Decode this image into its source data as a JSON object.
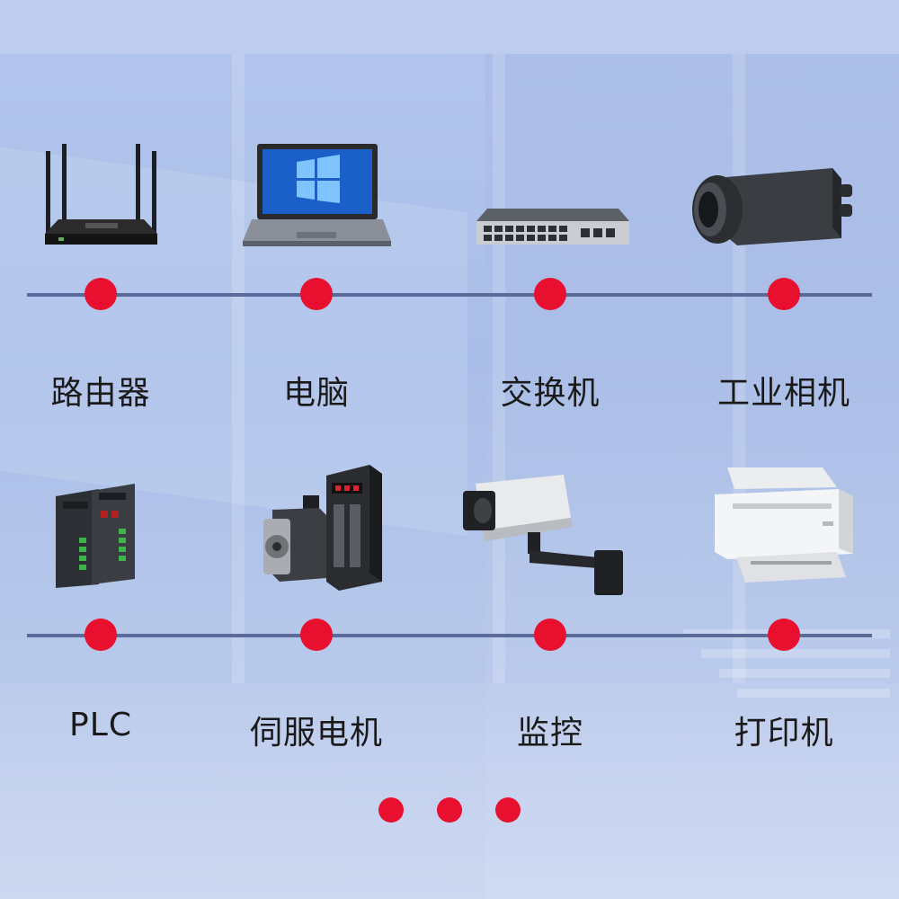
{
  "devices_row1": [
    {
      "label": "路由器",
      "icon": "router-icon"
    },
    {
      "label": "电脑",
      "icon": "laptop-icon"
    },
    {
      "label": "交换机",
      "icon": "network-switch-icon"
    },
    {
      "label": "工业相机",
      "icon": "industrial-camera-icon"
    }
  ],
  "devices_row2": [
    {
      "label": "PLC",
      "icon": "plc-icon"
    },
    {
      "label": "伺服电机",
      "icon": "servo-motor-icon"
    },
    {
      "label": "监控",
      "icon": "cctv-camera-icon"
    },
    {
      "label": "打印机",
      "icon": "printer-icon"
    }
  ],
  "colors": {
    "accent": "#e8102e",
    "line": "#5a6b9a",
    "text": "#1a1a1a"
  },
  "pagination": {
    "count": 3,
    "active": 0
  }
}
